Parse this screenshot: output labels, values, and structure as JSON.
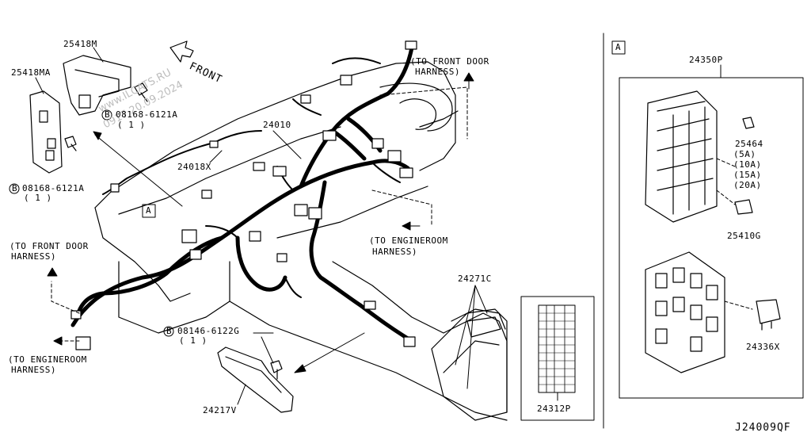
{
  "watermark": {
    "line1": "www.ILCATS.RU",
    "line2": "0917 20.09.2024"
  },
  "direction_label": "FRONT",
  "callouts": {
    "box_a_main": "A",
    "box_a_inset": "A"
  },
  "parts": {
    "p25418M": "25418M",
    "p25418MA": "25418MA",
    "bolt_upper": "08168-6121A",
    "bolt_upper_qty": "( 1 )",
    "bolt_left": "08168-6121A",
    "bolt_left_qty": "( 1 )",
    "p24010": "24010",
    "p24018X": "24018X",
    "bolt_lower": "08146-6122G",
    "bolt_lower_qty": "( 1 )",
    "p24217V": "24217V",
    "p24271C": "24271C",
    "p24312P": "24312P",
    "p24350P": "24350P",
    "p25464": "25464",
    "fuse_5a": "(5A)",
    "fuse_10a": "(10A)",
    "fuse_15a": "(15A)",
    "fuse_20a": "(20A)",
    "p25410G": "25410G",
    "p24336X": "24336X"
  },
  "bolt_symbol": "B",
  "connections": {
    "front_door_top_l1": "(TO FRONT DOOR",
    "front_door_top_l2": "HARNESS)",
    "engineroom_mid_l1": "(TO ENGINEROOM",
    "engineroom_mid_l2": "HARNESS)",
    "front_door_left_l1": "(TO FRONT DOOR",
    "front_door_left_l2": "HARNESS)",
    "engineroom_left_l1": "(TO ENGINEROOM",
    "engineroom_left_l2": "HARNESS)"
  },
  "diagram_code": "J24009QF"
}
